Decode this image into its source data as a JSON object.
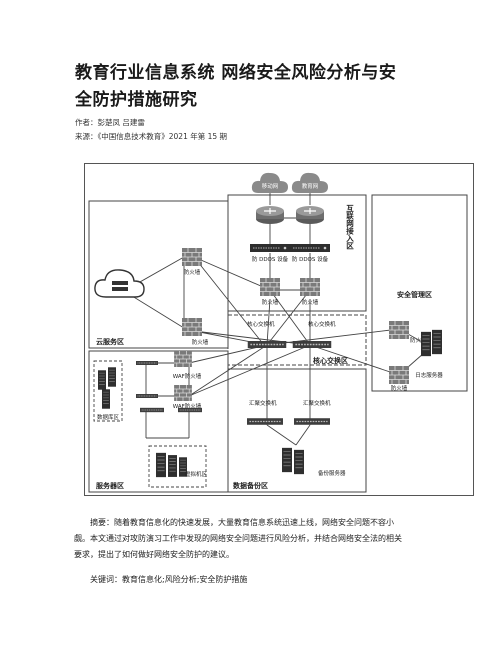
{
  "article": {
    "title_line1": "教育行业信息系统 网络安全风险分析与安",
    "title_line2": "全防护措施研究",
    "author_line": "作者：彭楚凤 吕建雷",
    "source_line": "来源：《中国信息技术教育》2021 年第 15 期"
  },
  "figure": {
    "cloud_left": "移动网",
    "cloud_right": "教育网",
    "router_label_left": "防 DDOS 设备",
    "router_label_right": "防 DDOS 设备",
    "zone_internet": "互联网接入区",
    "fw_top_left": "防火墙",
    "fw_top_right": "防火墙",
    "fw_cloud_upper": "防火墙",
    "fw_cloud_lower": "防火墙",
    "zone_cloud": "云服务区",
    "core_switch_left": "核心交换机",
    "core_switch_right": "核心交换机",
    "zone_core": "核心交换区",
    "zone_security": "安全管理区",
    "fw_security_upper": "防火墙",
    "fw_security_lower": "防火墙",
    "log_server": "日志服务器",
    "db_label": "数据库区",
    "waf_upper": "WAF防火墙",
    "waf_lower": "WAF防火墙",
    "virtual_machine": "虚拟机区",
    "zone_server": "服务器区",
    "agg_switch_left": "汇聚交换机",
    "agg_switch_right": "汇聚交换机",
    "backup_server": "备份服务器",
    "zone_backup": "数据备份区"
  },
  "abstract": {
    "text_line1": "摘要：随着教育信息化的快速发展，大量教育信息系统迅速上线，网络安全问题不容小",
    "text_line2": "觑。本文通过对攻防演习工作中发现的网络安全问题进行风险分析，并结合网络安全法的相关",
    "text_line3": "要求，提出了如何做好网络安全防护的建议。"
  },
  "keywords": {
    "text": "关键词：教育信息化;风险分析;安全防护措施"
  }
}
